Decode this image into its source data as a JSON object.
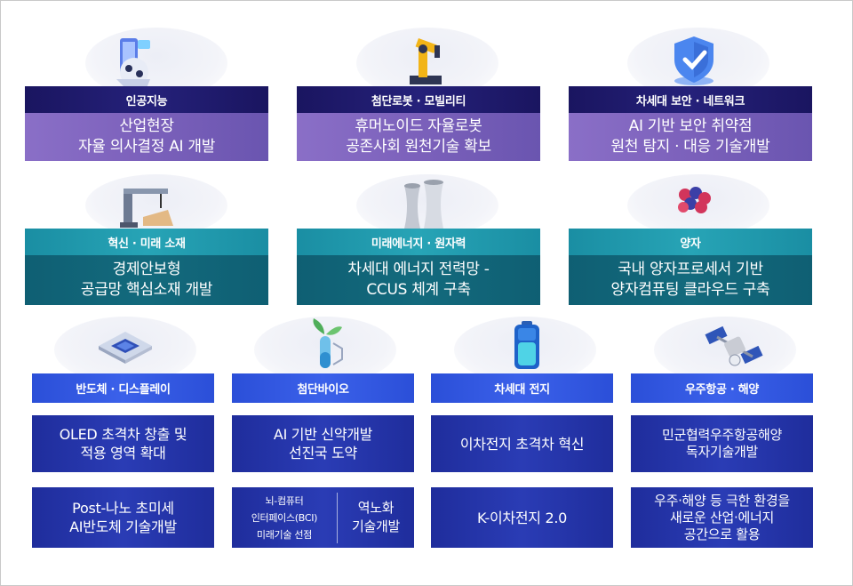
{
  "row1": [
    {
      "header": "인공지능",
      "lines": [
        "산업현장",
        "자율 의사결정 AI 개발"
      ],
      "icon": "robot-ai-icon"
    },
    {
      "header": "첨단로봇 · 모빌리티",
      "lines": [
        "휴머노이드 자율로봇",
        "공존사회 원천기술 확보"
      ],
      "icon": "industrial-robot-arm-icon"
    },
    {
      "header": "차세대 보안 · 네트워크",
      "lines": [
        "AI 기반 보안 취약점",
        "원천 탐지 · 대응 기술개발"
      ],
      "icon": "shield-check-icon"
    }
  ],
  "row2": [
    {
      "header": "혁신 · 미래 소재",
      "lines": [
        "경제안보형",
        "공급망 핵심소재 개발"
      ],
      "icon": "crane-materials-icon"
    },
    {
      "header": "미래에너지 · 원자력",
      "lines": [
        "차세대 에너지 전력망 -",
        "CCUS 체계 구축"
      ],
      "icon": "cooling-tower-icon"
    },
    {
      "header": "양자",
      "lines": [
        "국내 양자프로세서 기반",
        "양자컴퓨팅 클라우드 구축"
      ],
      "icon": "quantum-atom-icon"
    }
  ],
  "row3": [
    {
      "header": "반도체 · 디스플레이",
      "lines": [
        "OLED 초격차 창출 및",
        "적용 영역 확대"
      ],
      "icon": "microchip-icon"
    },
    {
      "header": "첨단바이오",
      "lines": [
        "AI 기반 신약개발",
        "선진국 도약"
      ],
      "icon": "test-tube-plant-icon"
    },
    {
      "header": "차세대 전지",
      "lines": [
        "이차전지 초격차 혁신"
      ],
      "icon": "battery-icon"
    },
    {
      "header": "우주항공 · 해양",
      "lines": [
        "민군협력우주항공해양",
        "독자기술개발"
      ],
      "icon": "satellite-icon"
    }
  ],
  "row4": [
    {
      "lines": [
        "Post-나노 초미세",
        "AI반도체 기술개발"
      ]
    },
    {
      "left_lines": [
        "뇌-컴퓨터",
        "인터페이스(BCI)",
        "미래기술 선점"
      ],
      "right_lines": [
        "역노화",
        "기술개발"
      ]
    },
    {
      "lines": [
        "K-이차전지 2.0"
      ]
    },
    {
      "lines": [
        "우주·해양 등 극한 환경을",
        "새로운 산업·에너지",
        "공간으로 활용"
      ]
    }
  ],
  "colors": {
    "row1_header": "#1a1560",
    "row1_body": "#7d62bc",
    "row2_header": "#27a4b6",
    "row2_body": "#136a7d",
    "row3_header": "#3b61ea",
    "row3_body": "#2a3cb5"
  }
}
